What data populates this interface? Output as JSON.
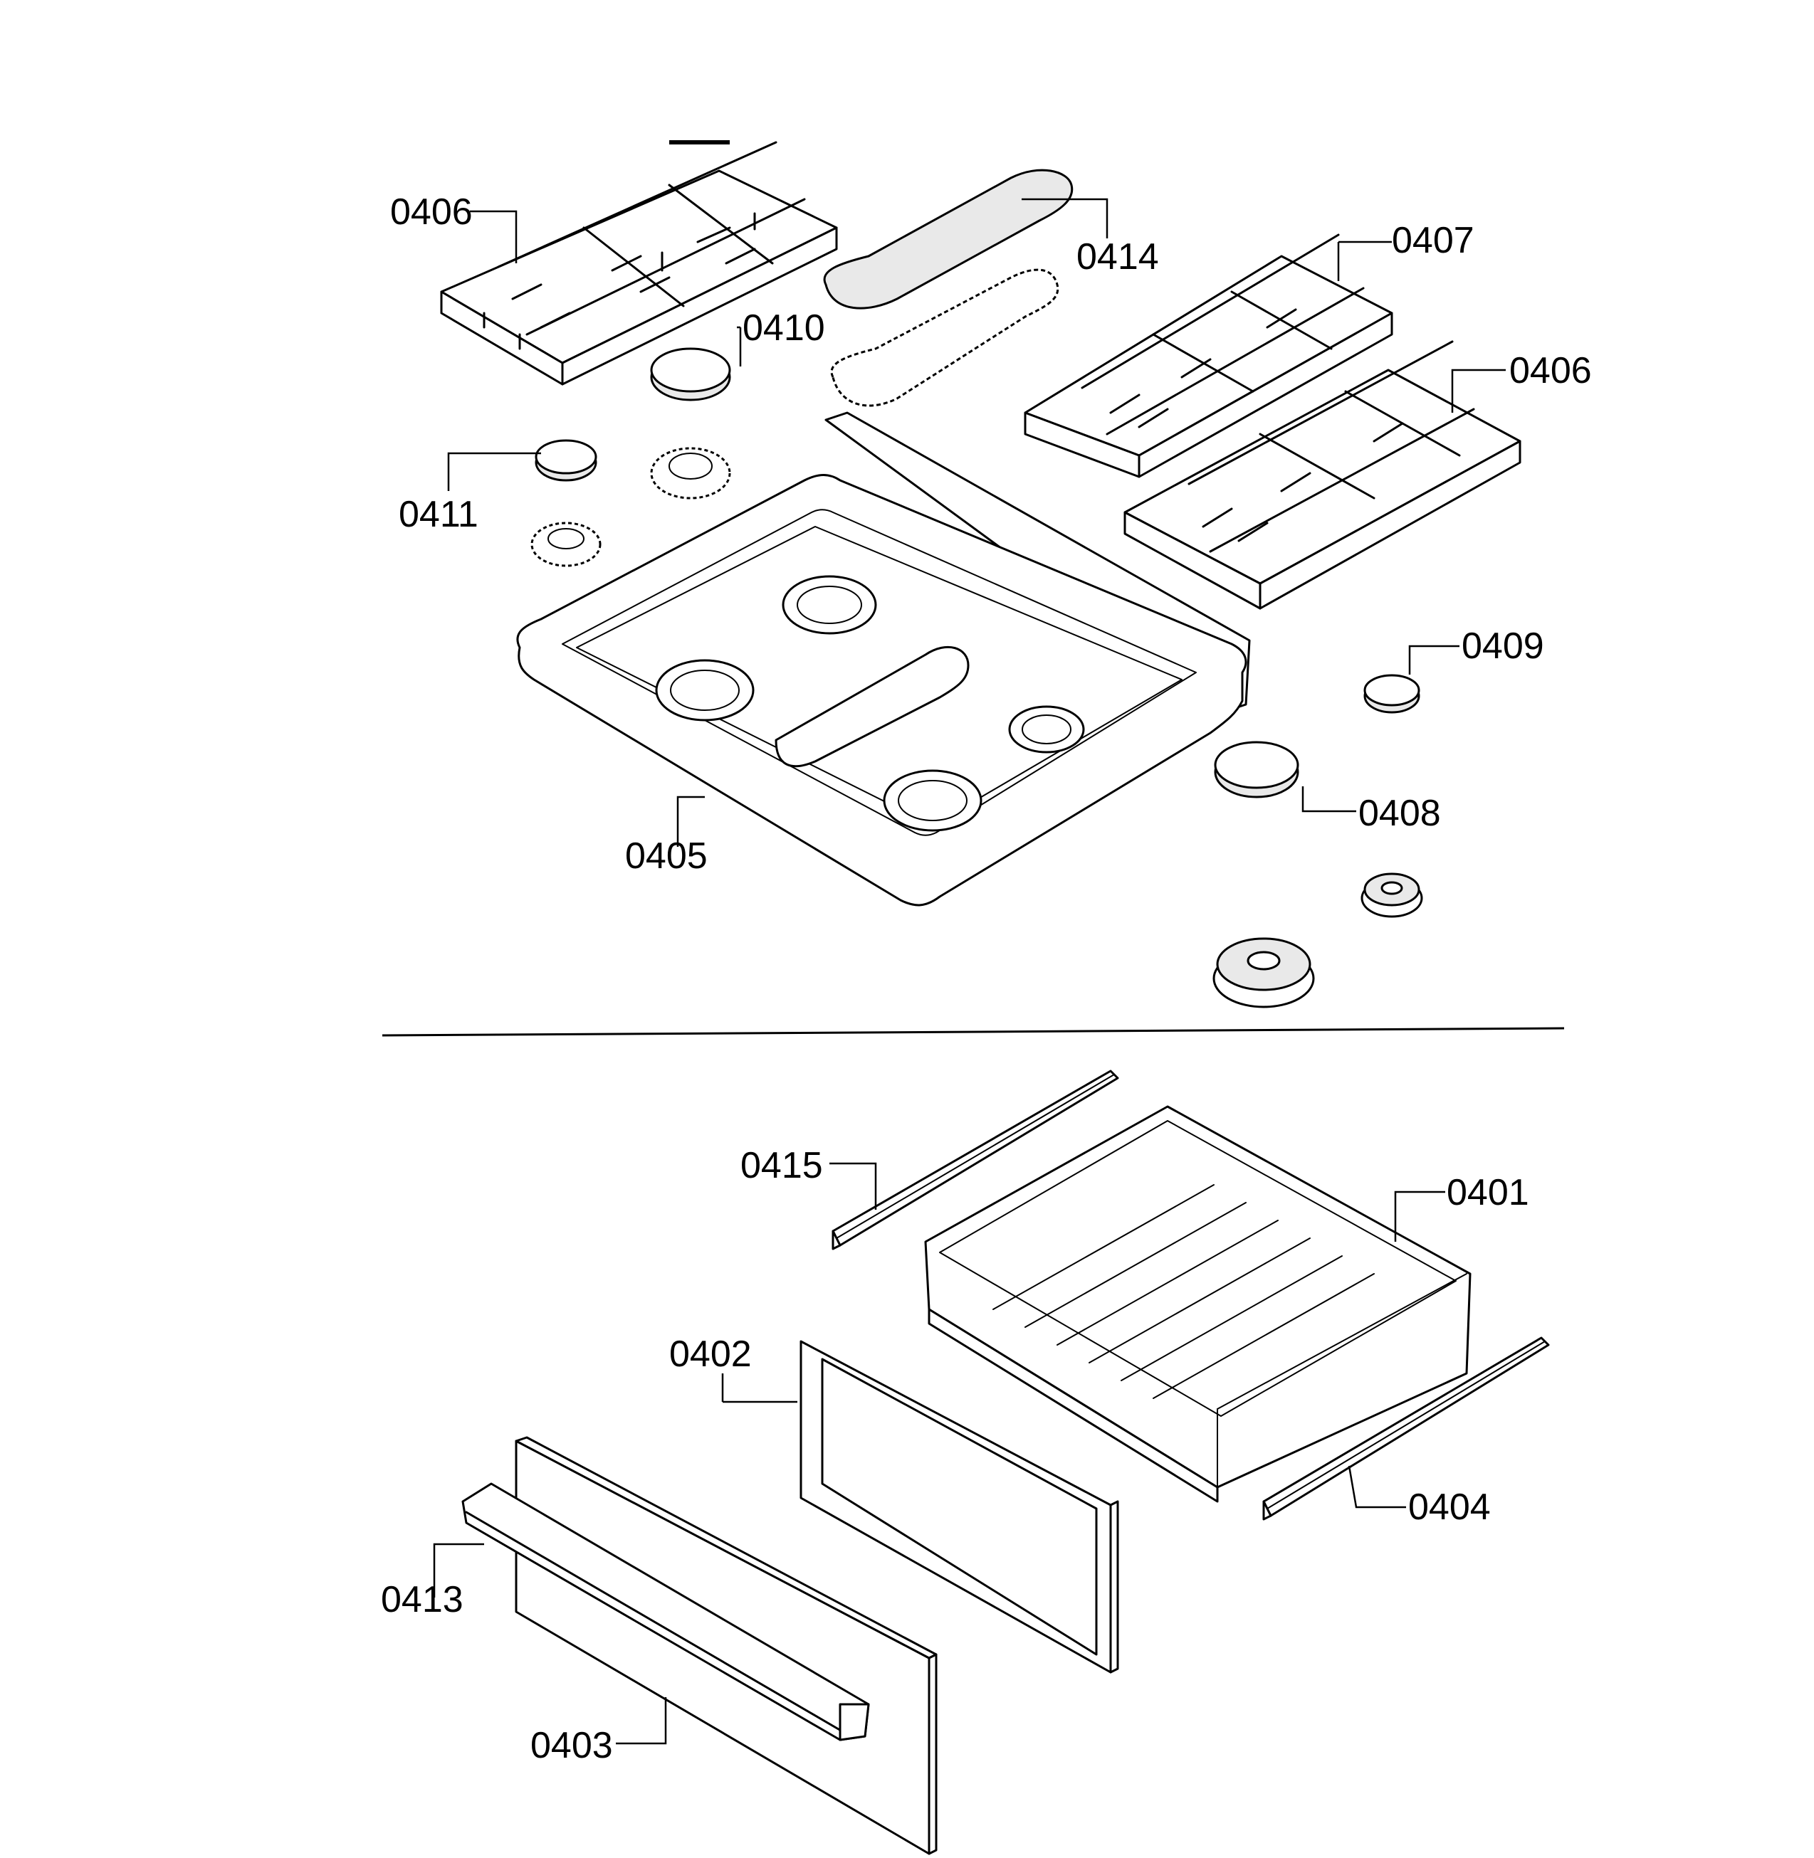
{
  "labels": {
    "p0401": "0401",
    "p0402": "0402",
    "p0403": "0403",
    "p0404": "0404",
    "p0405": "0405",
    "p0406_left": "0406",
    "p0406_right": "0406",
    "p0407": "0407",
    "p0408": "0408",
    "p0409": "0409",
    "p0410": "0410",
    "p0411": "0411",
    "p0413": "0413",
    "p0414": "0414",
    "p0415": "0415"
  }
}
